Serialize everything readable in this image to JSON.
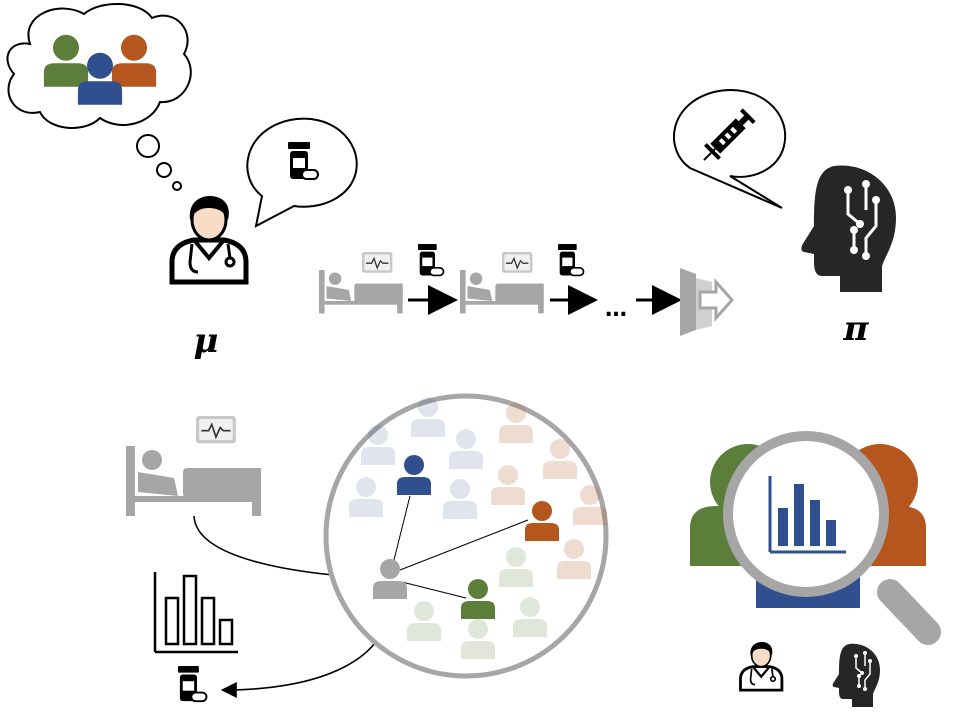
{
  "labels": {
    "clinician_policy": "μ",
    "agent_policy": "π",
    "ellipsis": "…"
  },
  "icons": {
    "population_cloud": [
      "person-icon-green",
      "person-icon-blue",
      "person-icon-orange"
    ],
    "clinician": "doctor-icon",
    "medication": "pill-bottle-icon",
    "agent": "ai-brain-icon",
    "treatment_agent": "syringe-icon",
    "patient": "hospital-bed-icon",
    "monitor": "heart-monitor-icon",
    "exit": "exit-door-icon",
    "distribution": "bar-chart-icon",
    "evaluation": "magnifying-glass-icon"
  },
  "colors": {
    "green": "#5b7f3a",
    "blue": "#2f4f8f",
    "orange": "#b5561e",
    "grey": "#a6a6a6",
    "dark": "#262626"
  }
}
